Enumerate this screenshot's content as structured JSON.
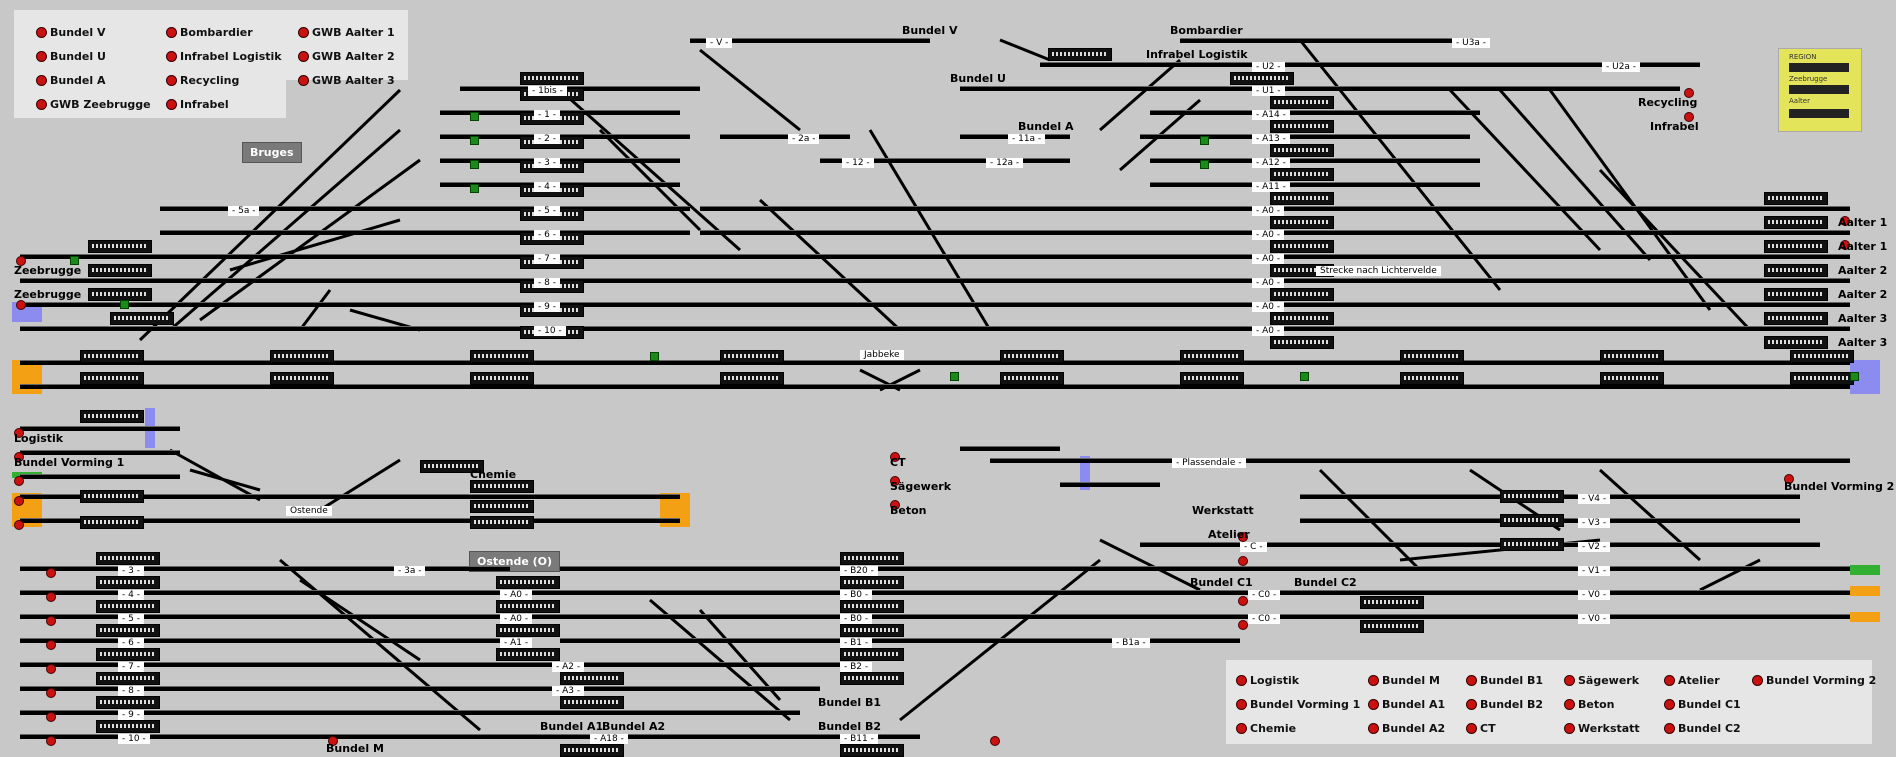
{
  "legend_top": [
    "Bundel V",
    "Bundel U",
    "Bundel A",
    "GWB Zeebrugge",
    "Bombardier",
    "Infrabel Logistik",
    "Recycling",
    "Infrabel",
    "GWB Aalter 1",
    "GWB Aalter 2",
    "GWB Aalter 3"
  ],
  "legend_bottom": [
    "Logistik",
    "Bundel Vorming 1",
    "Chemie",
    "Bundel M",
    "Bundel A1",
    "Bundel A2",
    "Bundel B1",
    "Bundel B2",
    "CT",
    "Sägewerk",
    "Beton",
    "Werkstatt",
    "Atelier",
    "Bundel C1",
    "Bundel C2",
    "Bundel Vorming 2"
  ],
  "region": {
    "title": "REGION",
    "items": [
      "Zeebrugge",
      "Aalter"
    ]
  },
  "boxes": {
    "bruges": "Bruges",
    "ostende_o": "Ostende (O)"
  },
  "place_labels": {
    "bundel_v": "Bundel V",
    "bombardier": "Bombardier",
    "infrabel_logistik": "Infrabel Logistik",
    "bundel_u": "Bundel U",
    "bundel_a": "Bundel A",
    "recycling": "Recycling",
    "infrabel": "Infrabel",
    "zeebrugge1": "Zeebrugge",
    "zeebrugge2": "Zeebrugge",
    "aalter1": "Aalter 1",
    "aalter1b": "Aalter 1",
    "aalter2": "Aalter 2",
    "aalter2b": "Aalter 2",
    "aalter3": "Aalter 3",
    "aalter3b": "Aalter 3",
    "logistik": "Logistik",
    "bundel_vorming1": "Bundel Vorming 1",
    "chemie": "Chemie",
    "ct": "CT",
    "saegewerk": "Sägewerk",
    "beton": "Beton",
    "werkstatt": "Werkstatt",
    "atelier": "Atelier",
    "bundel_c1": "Bundel C1",
    "bundel_c2": "Bundel C2",
    "bundel_vorming2": "Bundel Vorming 2",
    "bundel_a1": "Bundel A1",
    "bundel_a2": "Bundel A2",
    "bundel_b1": "Bundel B1",
    "bundel_b2": "Bundel B2",
    "bundel_m": "Bundel M"
  },
  "track_names": {
    "v": "- V -",
    "u3a": "- U3a -",
    "u2": "- U2 -",
    "u2a": "- U2a -",
    "u1": "- U1 -",
    "a14": "- A14 -",
    "a13": "- A13 -",
    "a12": "- A12 -",
    "a11": "- A11 -",
    "a0_1": "- A0 -",
    "a0_2": "- A0 -",
    "a0_3": "- A0 -",
    "a0_4": "- A0 -",
    "a0_5": "- A0 -",
    "a0_6": "- A0 -",
    "bis1": "- 1bis -",
    "t1": "- 1 -",
    "t2": "- 2 -",
    "t3": "- 3 -",
    "t4": "- 4 -",
    "t5": "- 5 -",
    "t6": "- 6 -",
    "t7": "- 7 -",
    "t8": "- 8 -",
    "t9": "- 9 -",
    "t10": "- 10 -",
    "t5a": "- 5a -",
    "t2a": "- 2a -",
    "t12": "- 12 -",
    "t11a": "- 11a -",
    "t12a": "- 12a -",
    "strecke": "Strecke nach Lichtervelde",
    "jabbeke": "Jabbeke",
    "ostende": "Ostende",
    "plassendale": "- Plassendale -",
    "v4": "- V4 -",
    "v3": "- V3 -",
    "v2": "- V2 -",
    "v1": "- V1 -",
    "v0a": "- V0 -",
    "v0b": "- V0 -",
    "c": "- C -",
    "c0a": "- C0 -",
    "c0b": "- C0 -",
    "b3": "- 3 -",
    "b3a": "- 3a -",
    "b4": "- 4 -",
    "b5": "- 5 -",
    "b6": "- 6 -",
    "b7": "- 7 -",
    "b8": "- 8 -",
    "b9": "- 9 -",
    "b10": "- 10 -",
    "ba0a": "- A0 -",
    "ba0b": "- A0 -",
    "ba1": "- A1 -",
    "ba2": "- A2 -",
    "ba3": "- A3 -",
    "ba18": "- A18 -",
    "b20": "- B20 -",
    "b0a": "- B0 -",
    "b0b": "- B0 -",
    "b1": "- B1 -",
    "b2": "- B2 -",
    "b11": "- B11 -",
    "b1a": "- B1a -"
  },
  "colors": {
    "background": "#c8c8c8",
    "track": "#000000",
    "signal_red": "#cc1111",
    "signal_green": "#1a8a1a",
    "region_bg": "#e4e45a",
    "orange": "#f4a015",
    "blue": "#8c8cf0"
  }
}
